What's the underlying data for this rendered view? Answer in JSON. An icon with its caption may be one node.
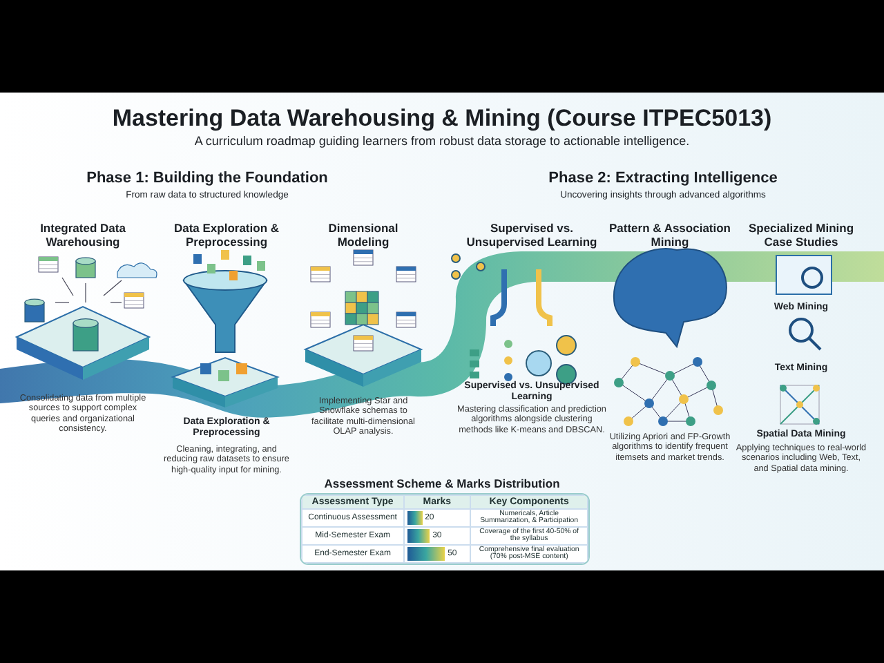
{
  "diagram": {
    "title": "Mastering Data Warehousing & Mining (Course ITPEC5013)",
    "nodes": [
      {
        "text": [
          "Integrated Data Warehousing",
          "Consolidating data from multiple sources to support complex queries and organizational consistency."
        ]
      },
      {
        "text": [
          "Data Exploration & Preprocessing",
          "Data Exploration & Preprocessing",
          "Cleaning, integrating, and reducing raw datasets to ensure high-quality input for mining."
        ]
      },
      {
        "text": [
          "Dimensional Modeling",
          "Implementing Star and Snowflake schemas to facilitate multi-dimensional OLAP analysis."
        ]
      },
      {
        "text": [
          "Supervised vs. Unsupervised Learning",
          "Supervised vs. Unsupervised Learning",
          "Mastering classification and prediction algorithms alongside clustering methods like K-means and DBSCAN."
        ]
      },
      {
        "text": [
          "Pattern & Association Mining",
          "Utilizing Apriori and FP-Growth algorithms to identify frequent itemsets and market trends."
        ]
      },
      {
        "text": [
          "Specialized Mining Case Studies",
          "Web Mining",
          "Text Mining",
          "Spatial Data Mining",
          "Applying techniques to real-world scenarios including Web, Text, and Spatial data mining."
        ]
      }
    ],
    "labels": [
      "A curriculum roadmap guiding learners from robust data storage to actionable intelligence.",
      "Phase 1: Building the Foundation",
      "From raw data to structured knowledge",
      "Phase 2: Extracting Intelligence",
      "Uncovering insights through advanced algorithms",
      "Assessment Scheme & Marks Distribution",
      "Assessment Type",
      "Marks",
      "Key Components",
      "Continuous Assessment",
      "20",
      "Numericals, Article Summarization, & Participation",
      "Mid-Semester Exam",
      "30",
      "Coverage of the first 40-50% of the syllabus",
      "End-Semester Exam",
      "50",
      "Comprehensive final evaluation (70% post-MSE content)"
    ]
  }
}
